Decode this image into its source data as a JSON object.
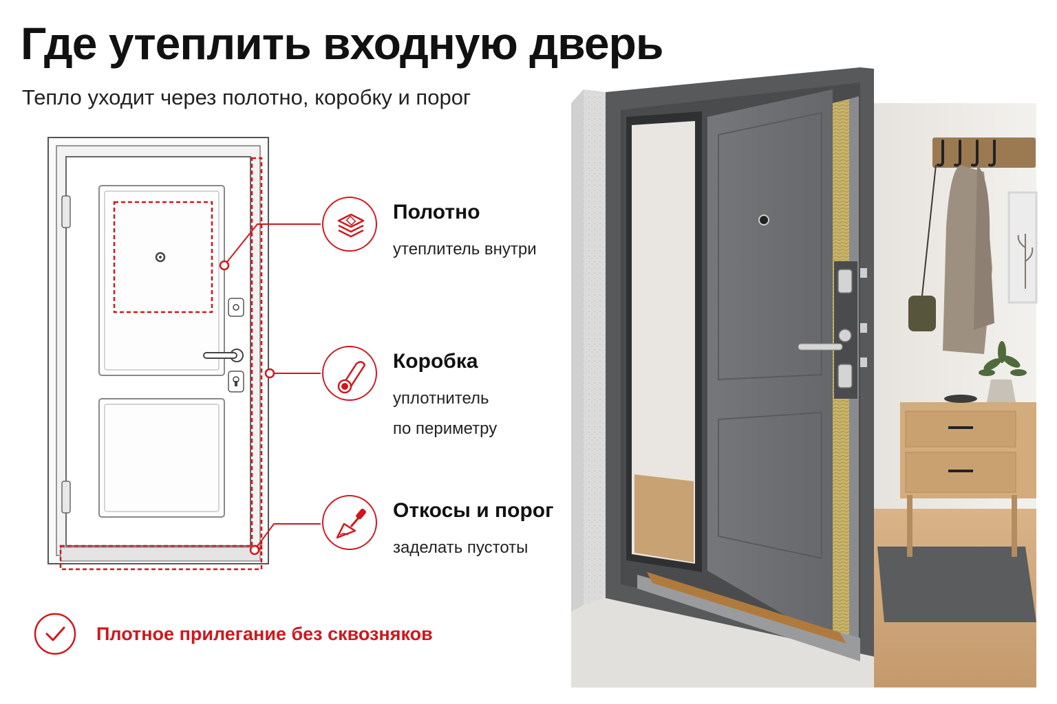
{
  "title": "Где утеплить входную дверь",
  "subtitle": "Тепло уходит через полотно, коробку и порог",
  "items": [
    {
      "icon": "layers-icon",
      "title": "Полотно",
      "desc": [
        "утеплитель внутри"
      ]
    },
    {
      "icon": "seal-roll-icon",
      "title": "Коробка",
      "desc": [
        "уплотнитель",
        "по периметру"
      ]
    },
    {
      "icon": "trowel-icon",
      "title": "Откосы и порог",
      "desc": [
        "заделать пустоты"
      ]
    }
  ],
  "bottom_note": "Плотное прилегание без сквозняков",
  "colors": {
    "accent": "#d0171d",
    "door_grey": "#6e6f71",
    "insulation": "#c9b46a",
    "wood": "#c8a275"
  }
}
